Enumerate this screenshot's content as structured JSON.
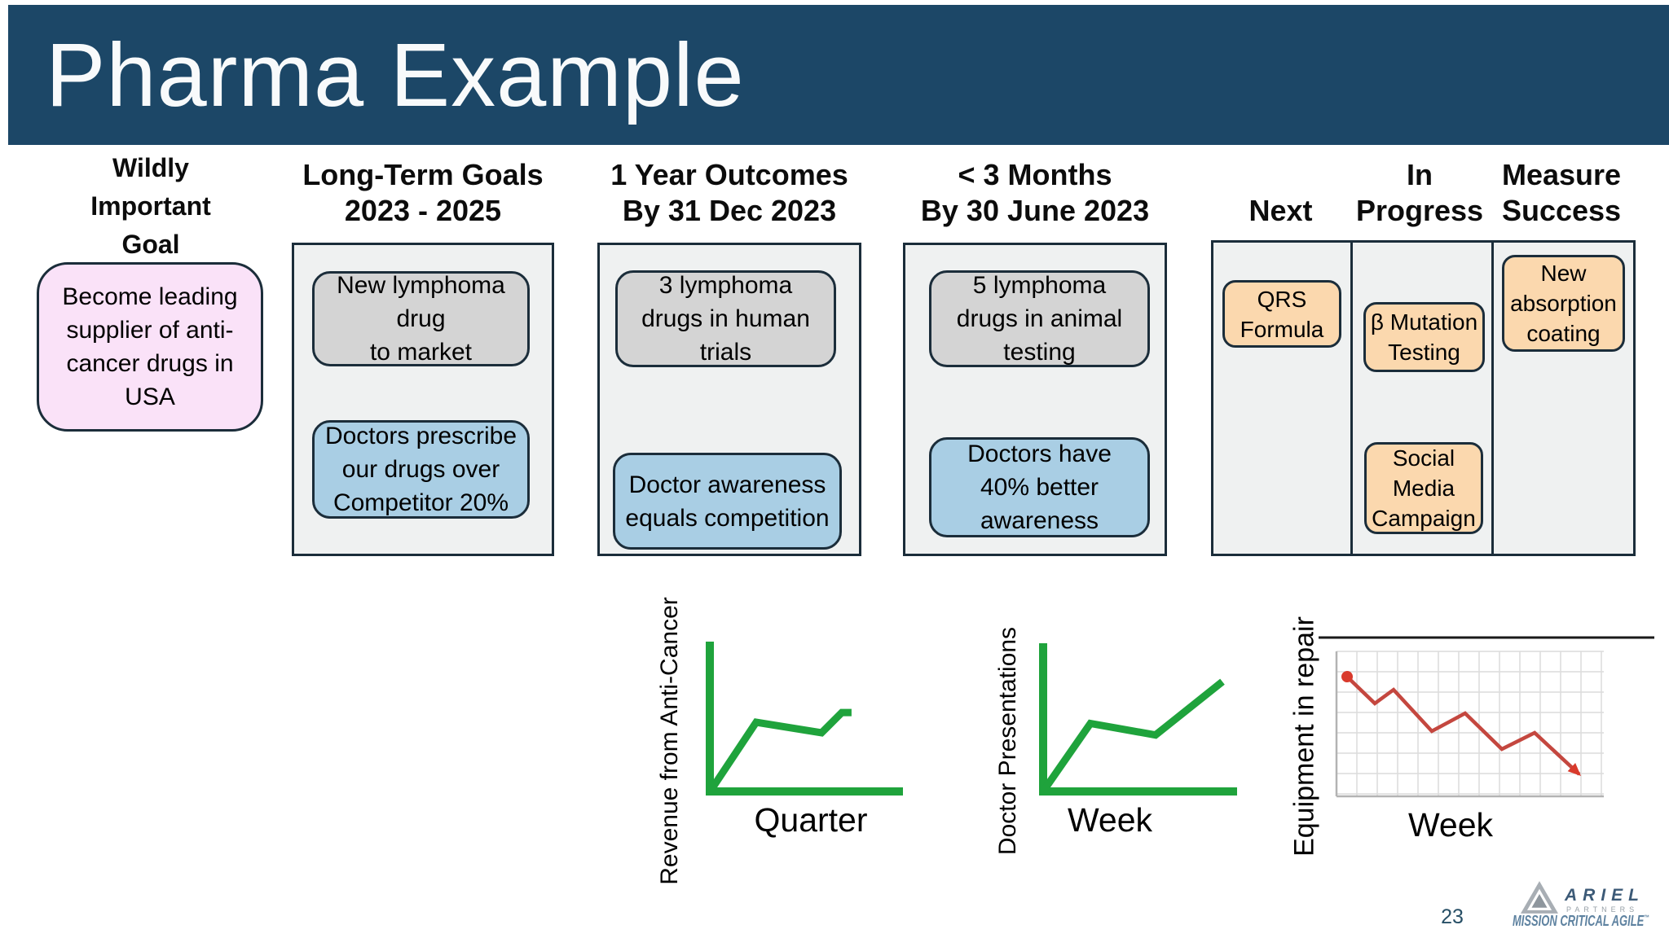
{
  "slide": {
    "title": "Pharma Example",
    "page_number": "23"
  },
  "colors": {
    "header_bg": "#1C4767",
    "header_text": "#F8FAFB",
    "border": "#1B2D3A",
    "column_bg": "#EFF1F1",
    "card_gray": "#D4D4D4",
    "card_blue": "#A9CEE4",
    "card_pink": "#FAE2F8",
    "card_orange": "#FBD8AE",
    "chart_green": "#1FA33C",
    "chart_red": "#C4473F",
    "chart_red_accent": "#D93A2C",
    "grid_line": "#DCDCDC",
    "grid_axis": "#B3B3B3",
    "divider": "#1A1A1A",
    "page_number_color": "#274F66",
    "logo_blue": "#3C5A77",
    "logo_steel": "#5E82A0",
    "logo_gray": "#97A0A7"
  },
  "columns": [
    {
      "heading": "Wildly\nImportant\nGoal",
      "cards": [
        {
          "style": "pink",
          "text": "Become leading\nsupplier of anti-\ncancer drugs in\nUSA"
        }
      ]
    },
    {
      "heading": "Long-Term Goals\n2023 - 2025",
      "cards": [
        {
          "style": "gray",
          "text": "New lymphoma\ndrug\nto market"
        },
        {
          "style": "blue",
          "text": "Doctors prescribe\nour drugs over\nCompetitor 20%"
        }
      ]
    },
    {
      "heading": "1 Year Outcomes\nBy 31 Dec 2023",
      "cards": [
        {
          "style": "gray",
          "text": "3 lymphoma\ndrugs in human\ntrials"
        },
        {
          "style": "blue",
          "text": "Doctor awareness\nequals competition"
        }
      ]
    },
    {
      "heading": "< 3 Months\nBy 30 June 2023",
      "cards": [
        {
          "style": "gray",
          "text": "5 lymphoma\ndrugs in animal\ntesting"
        },
        {
          "style": "blue",
          "text": "Doctors have\n40% better\nawareness"
        }
      ]
    },
    {
      "heading": "Next",
      "cards": [
        {
          "style": "orange",
          "text": "QRS\nFormula"
        }
      ]
    },
    {
      "heading": "In\nProgress",
      "cards": [
        {
          "style": "orange",
          "text": "β Mutation\nTesting"
        },
        {
          "style": "orange",
          "text": "Social\nMedia\nCampaign"
        }
      ]
    },
    {
      "heading": "Measure\nSuccess",
      "cards": [
        {
          "style": "orange",
          "text": "New\nabsorption\ncoating"
        }
      ]
    }
  ],
  "chart_data": [
    {
      "type": "line",
      "title": "",
      "xlabel": "Quarter",
      "ylabel": "Revenue from Anti-Cancer",
      "x_ticks": [],
      "y_ticks": [],
      "grid": false,
      "legend": false,
      "trend": "sharp rise from origin, plateau with slight dip, small late uptick",
      "points_norm": [
        [
          0.0,
          1.0
        ],
        [
          0.24,
          0.536
        ],
        [
          0.584,
          0.608
        ],
        [
          0.691,
          0.47
        ],
        [
          0.742,
          0.47
        ]
      ]
    },
    {
      "type": "line",
      "title": "",
      "xlabel": "Week",
      "ylabel": "Doctor Presentations",
      "x_ticks": [],
      "y_ticks": [],
      "grid": false,
      "legend": false,
      "trend": "rise from origin, plateau with slight dip, stronger rise at end",
      "points_norm": [
        [
          0.0,
          1.0
        ],
        [
          0.247,
          0.536
        ],
        [
          0.587,
          0.615
        ],
        [
          0.936,
          0.251
        ]
      ]
    },
    {
      "type": "line",
      "title": "",
      "xlabel": "Week",
      "ylabel": "Equipment in repair",
      "x_ticks": [],
      "y_ticks": [],
      "grid": true,
      "legend": false,
      "start_dot": true,
      "end_arrow": true,
      "trend": "zigzag decline from upper left to lower right",
      "points_norm": [
        [
          0.034,
          0.167
        ],
        [
          0.139,
          0.356
        ],
        [
          0.21,
          0.259
        ],
        [
          0.355,
          0.552
        ],
        [
          0.481,
          0.425
        ],
        [
          0.62,
          0.678
        ],
        [
          0.744,
          0.563
        ],
        [
          0.913,
          0.856
        ]
      ]
    }
  ],
  "logo": {
    "name": "ARIEL",
    "partners": "PARTNERS",
    "tagline": "MISSION CRITICAL AGILE",
    "tm": "™"
  }
}
